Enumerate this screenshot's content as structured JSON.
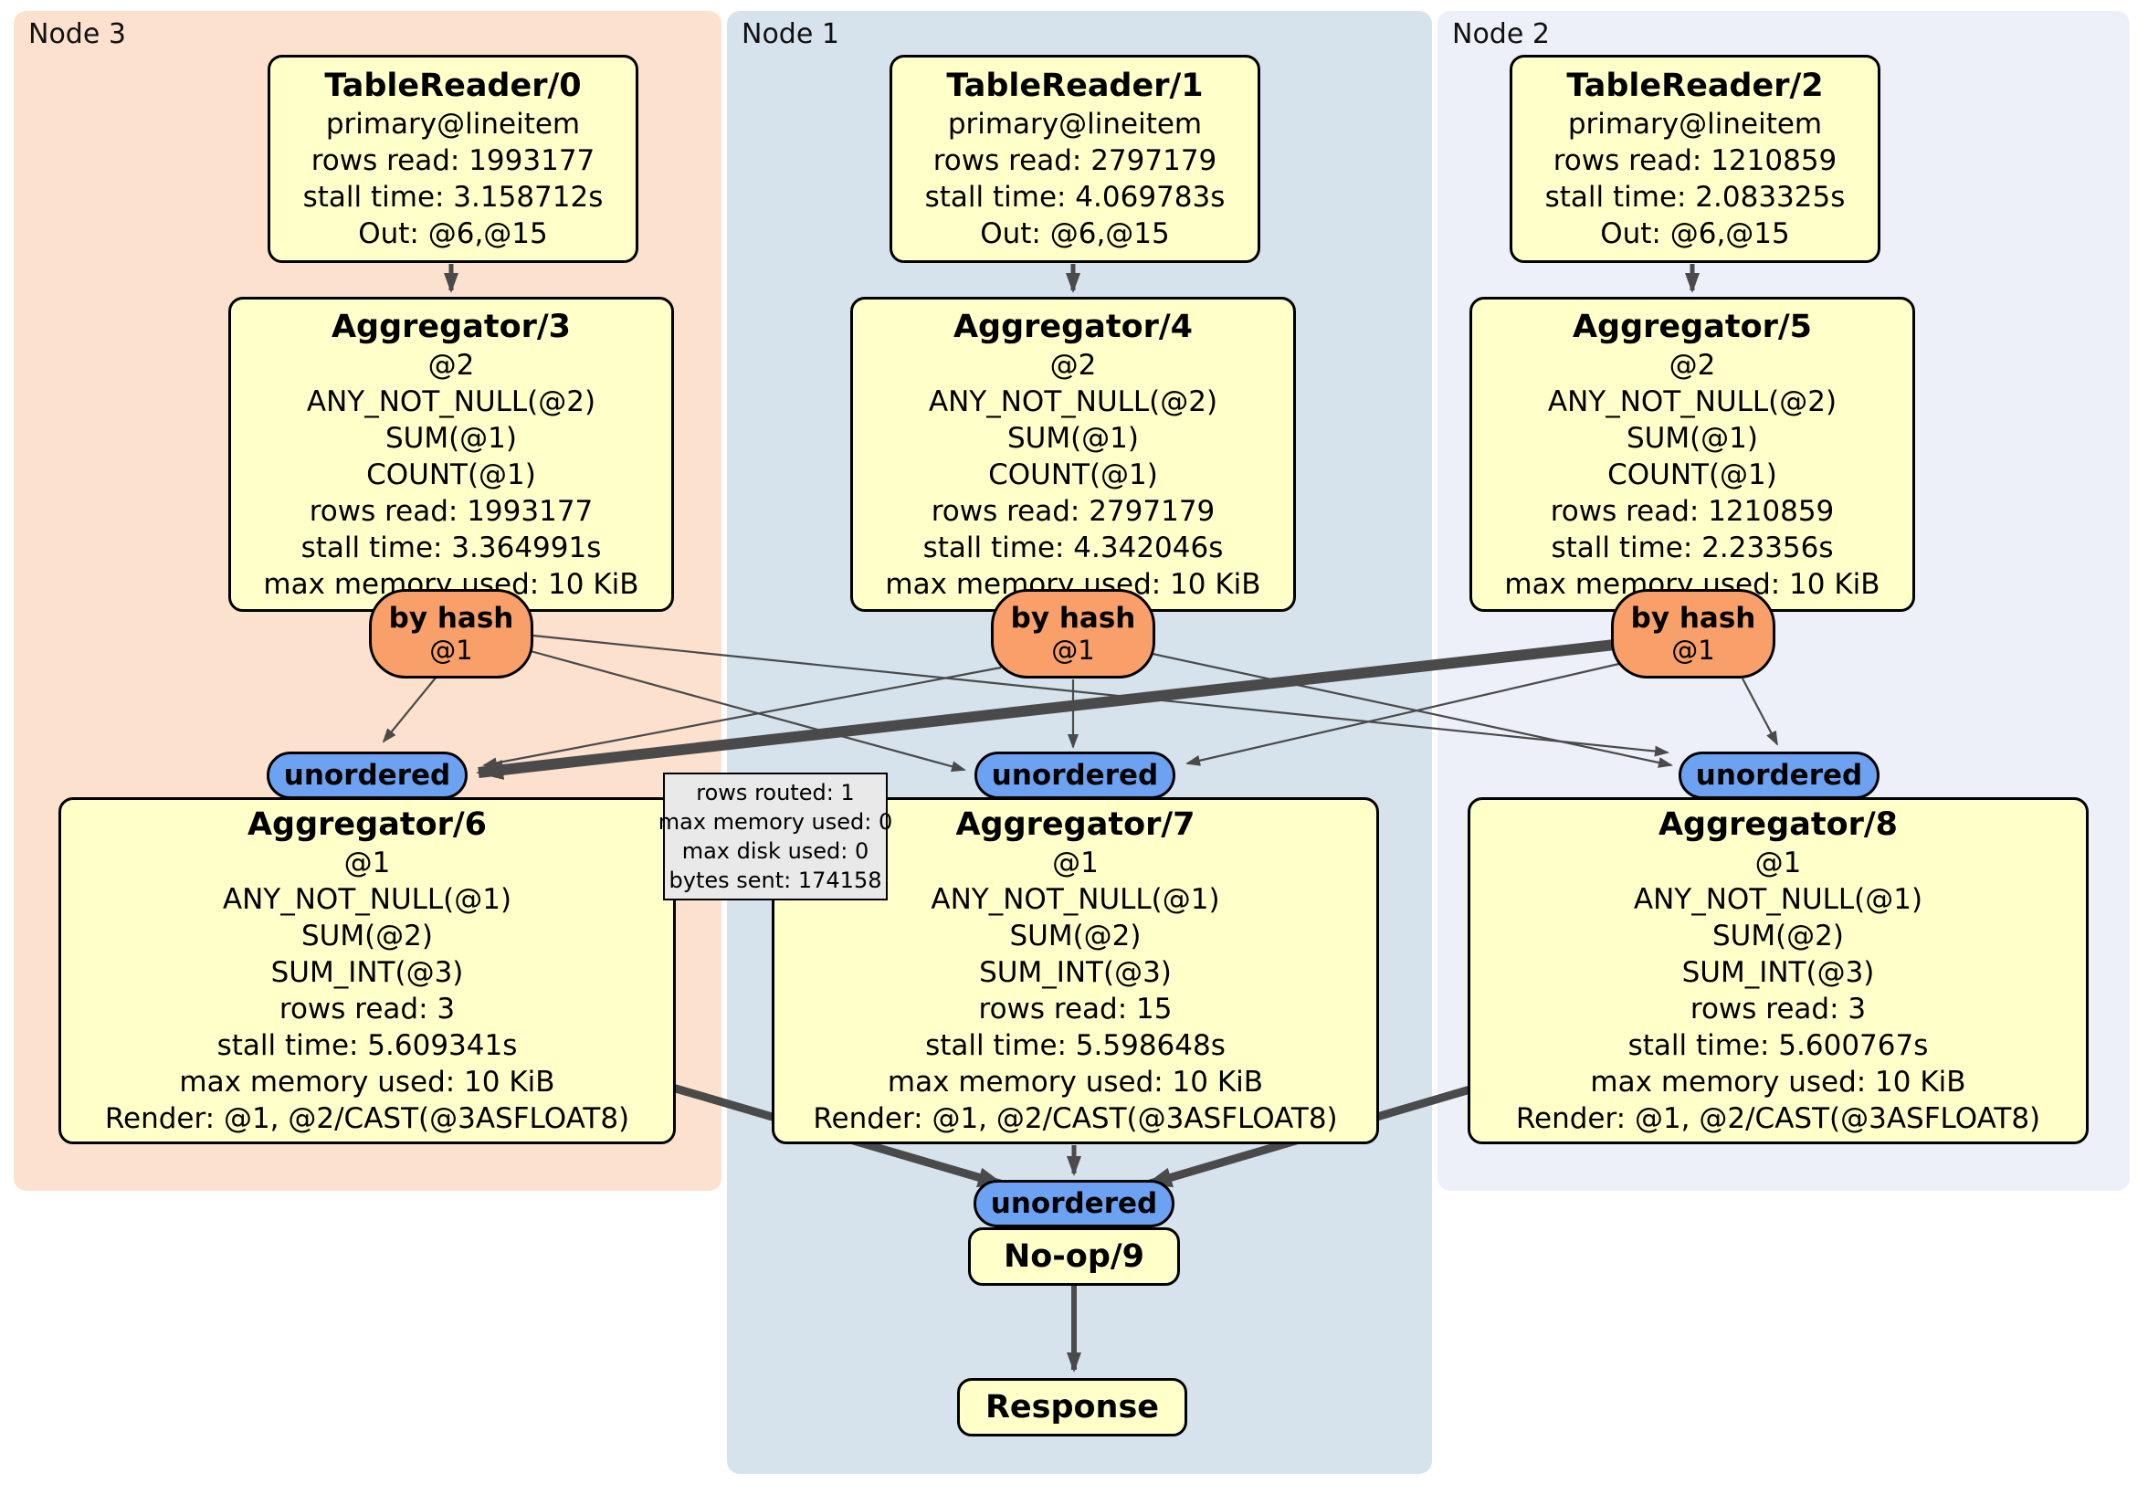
{
  "colors": {
    "panel-node3": "#fce2ce",
    "panel-node1": "#d6e3ed",
    "panel-node2": "#edf0f9",
    "box-fill": "#ffffc9",
    "oval-hash-fill": "#f9a06a",
    "oval-router-fill": "#6da2f2",
    "tooltip-fill": "#e9e9e9",
    "edge": "#4a4a4a"
  },
  "panels": {
    "node3": {
      "label": "Node 3"
    },
    "node1": {
      "label": "Node 1"
    },
    "node2": {
      "label": "Node 2"
    }
  },
  "nodes": {
    "tr0": {
      "title": "TableReader/0",
      "lines": [
        "primary@lineitem",
        "rows read: 1993177",
        "stall time: 3.158712s",
        "Out: @6,@15"
      ]
    },
    "tr1": {
      "title": "TableReader/1",
      "lines": [
        "primary@lineitem",
        "rows read: 2797179",
        "stall time: 4.069783s",
        "Out: @6,@15"
      ]
    },
    "tr2": {
      "title": "TableReader/2",
      "lines": [
        "primary@lineitem",
        "rows read: 1210859",
        "stall time: 2.083325s",
        "Out: @6,@15"
      ]
    },
    "agg3": {
      "title": "Aggregator/3",
      "lines": [
        "@2",
        "ANY_NOT_NULL(@2)",
        "SUM(@1)",
        "COUNT(@1)",
        "rows read: 1993177",
        "stall time: 3.364991s",
        "max memory used: 10 KiB"
      ]
    },
    "agg4": {
      "title": "Aggregator/4",
      "lines": [
        "@2",
        "ANY_NOT_NULL(@2)",
        "SUM(@1)",
        "COUNT(@1)",
        "rows read: 2797179",
        "stall time: 4.342046s",
        "max memory used: 10 KiB"
      ]
    },
    "agg5": {
      "title": "Aggregator/5",
      "lines": [
        "@2",
        "ANY_NOT_NULL(@2)",
        "SUM(@1)",
        "COUNT(@1)",
        "rows read: 1210859",
        "stall time: 2.23356s",
        "max memory used: 10 KiB"
      ]
    },
    "agg6": {
      "title": "Aggregator/6",
      "lines": [
        "@1",
        "ANY_NOT_NULL(@1)",
        "SUM(@2)",
        "SUM_INT(@3)",
        "rows read: 3",
        "stall time: 5.609341s",
        "max memory used: 10 KiB",
        "Render: @1, @2/CAST(@3ASFLOAT8)"
      ]
    },
    "agg7": {
      "title": "Aggregator/7",
      "lines": [
        "@1",
        "ANY_NOT_NULL(@1)",
        "SUM(@2)",
        "SUM_INT(@3)",
        "rows read: 15",
        "stall time: 5.598648s",
        "max memory used: 10 KiB",
        "Render: @1, @2/CAST(@3ASFLOAT8)"
      ]
    },
    "agg8": {
      "title": "Aggregator/8",
      "lines": [
        "@1",
        "ANY_NOT_NULL(@1)",
        "SUM(@2)",
        "SUM_INT(@3)",
        "rows read: 3",
        "stall time: 5.600767s",
        "max memory used: 10 KiB",
        "Render: @1, @2/CAST(@3ASFLOAT8)"
      ]
    },
    "noop": {
      "title": "No-op/9"
    },
    "response": {
      "title": "Response"
    }
  },
  "routers": {
    "byhash3": {
      "label": "by hash",
      "sub": "@1"
    },
    "byhash4": {
      "label": "by hash",
      "sub": "@1"
    },
    "byhash5": {
      "label": "by hash",
      "sub": "@1"
    },
    "unordered6": {
      "label": "unordered"
    },
    "unordered7": {
      "label": "unordered"
    },
    "unordered8": {
      "label": "unordered"
    },
    "unordered9": {
      "label": "unordered"
    }
  },
  "tooltip": {
    "lines": [
      "rows routed: 1",
      "max memory used: 0",
      "max disk used: 0",
      "bytes sent: 174158"
    ]
  }
}
